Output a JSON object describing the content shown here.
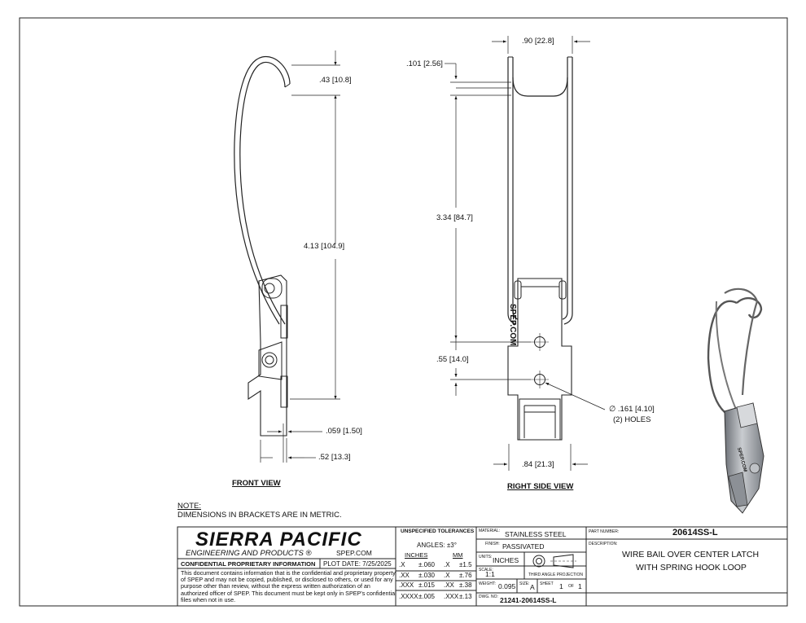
{
  "views": {
    "front_label": "FRONT VIEW",
    "right_label": "RIGHT SIDE VIEW"
  },
  "dimensions": {
    "front_top": ".43 [10.8]",
    "front_height": "4.13 [104.9]",
    "front_thickness": ".059 [1.50]",
    "front_width": ".52 [13.3]",
    "side_top_width": ".90 [22.8]",
    "side_wire_offset": ".101 [2.56]",
    "side_height": "3.34 [84.7]",
    "side_holes_spacing": ".55 [14.0]",
    "side_bottom_width": ".84 [21.3]",
    "hole_callout": "∅ .161 [4.10]",
    "hole_count": "(2) HOLES",
    "stamp": "SPEP.COM"
  },
  "note": {
    "title": "NOTE:",
    "text": "DIMENSIONS IN BRACKETS ARE IN METRIC."
  },
  "title_block": {
    "company": "SIERRA PACIFIC",
    "company_sub": "ENGINEERING AND PRODUCTS ®",
    "website": "SPEP.COM",
    "confidential_title": "CONFIDENTIAL PROPRIETARY INFORMATION",
    "plot_date": "PLOT DATE: 7/25/2025",
    "confidential_text": "This document contains information that is the confidential and proprietary property of SPEP and may not be copied, published, or disclosed to others, or used for any purpose other than review, without the express written authorization of an authorized officer of SPEP. This document must be kept only in SPEP's confidential files when not in use.",
    "tolerance_title": "UNSPECIFIED TOLERANCES",
    "angles": "ANGLES: ±3°",
    "inches_header": "INCHES",
    "mm_header": "MM",
    "tolerances": [
      {
        "in_fmt": ".X",
        "in_val": "±.060",
        "mm_fmt": ".X",
        "mm_val": "±1.5"
      },
      {
        "in_fmt": ".XX",
        "in_val": "±.030",
        "mm_fmt": ".X",
        "mm_val": "±.76"
      },
      {
        "in_fmt": ".XXX",
        "in_val": "±.015",
        "mm_fmt": ".XX",
        "mm_val": "±.38"
      },
      {
        "in_fmt": ".XXXX",
        "in_val": "±.005",
        "mm_fmt": ".XXX",
        "mm_val": "±.13"
      }
    ],
    "material_label": "MATERIAL:",
    "material": "STAINLESS STEEL",
    "finish_label": "FINISH:",
    "finish": "PASSIVATED",
    "units_label": "UNITS:",
    "units": "INCHES",
    "scale_label": "SCALE:",
    "scale": "1:1",
    "projection": "THIRD ANGLE PROJECTION",
    "weight_label": "WEIGHT:",
    "weight": "0.095",
    "size_label": "SIZE:",
    "size": "A",
    "sheet_label": "SHEET",
    "sheet": "1",
    "of_label": "OF",
    "sheet_total": "1",
    "dwg_label": "DWG. NO:",
    "dwg_no": "21241-20614SS-L",
    "part_label": "PART NUMBER:",
    "part_number": "20614SS-L",
    "description_label": "DESCRIPTION:",
    "description_line1": "WIRE BAIL OVER CENTER LATCH",
    "description_line2": "WITH SPRING HOOK LOOP"
  }
}
